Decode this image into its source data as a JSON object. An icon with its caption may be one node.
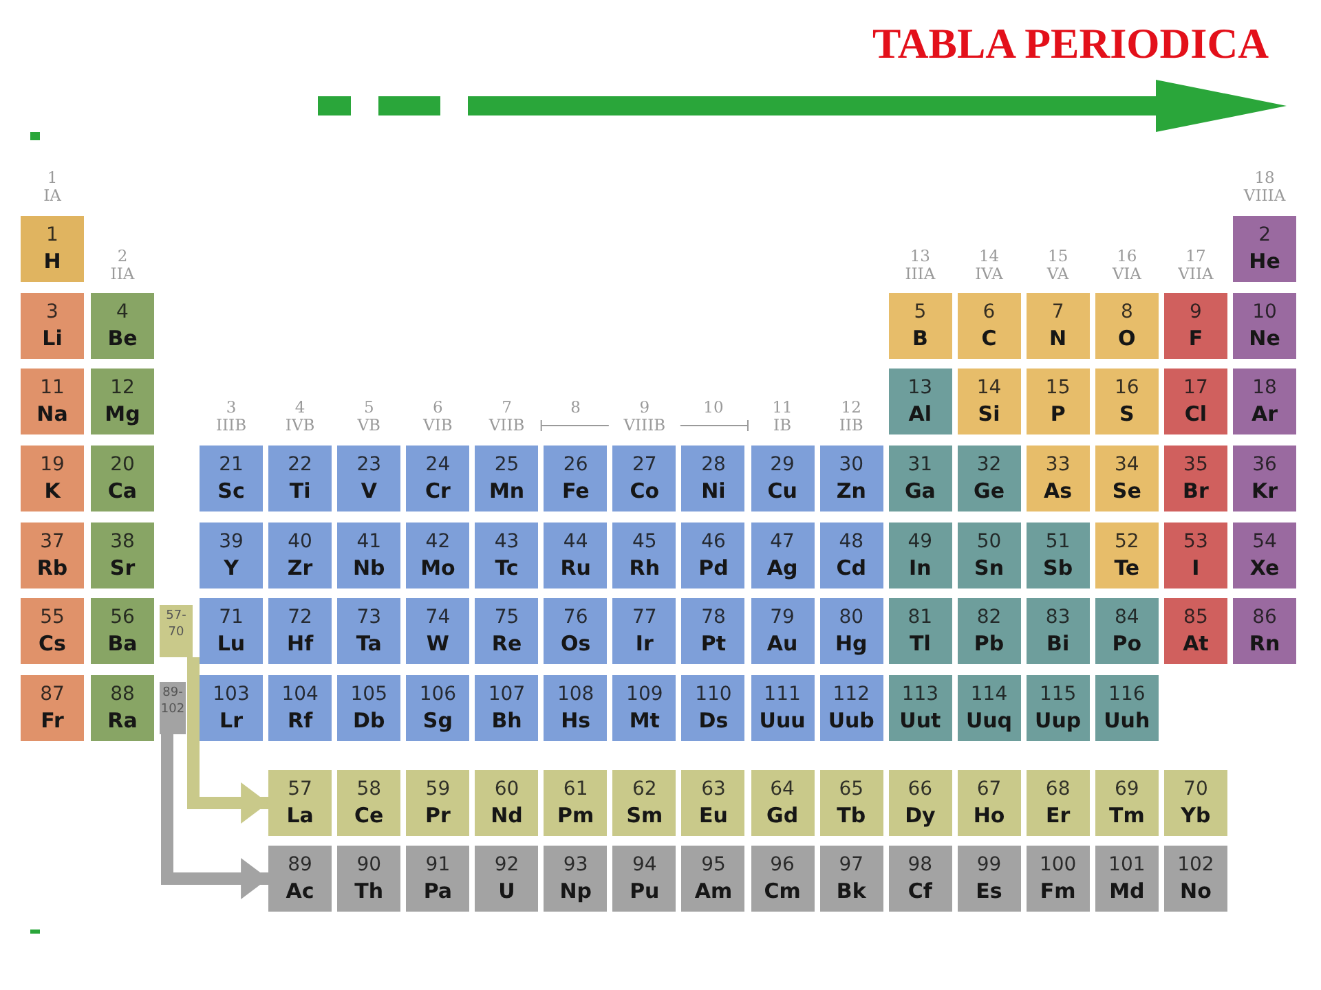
{
  "diagram": {
    "title": "TABLA PERIODICA",
    "nodes": [
      {
        "text": [
          "1",
          "H"
        ]
      },
      {
        "text": [
          "2",
          "He"
        ]
      },
      {
        "text": [
          "3",
          "Li"
        ]
      },
      {
        "text": [
          "4",
          "Be"
        ]
      },
      {
        "text": [
          "5",
          "B"
        ]
      },
      {
        "text": [
          "6",
          "C"
        ]
      },
      {
        "text": [
          "7",
          "N"
        ]
      },
      {
        "text": [
          "8",
          "O"
        ]
      },
      {
        "text": [
          "9",
          "F"
        ]
      },
      {
        "text": [
          "10",
          "Ne"
        ]
      },
      {
        "text": [
          "11",
          "Na"
        ]
      },
      {
        "text": [
          "12",
          "Mg"
        ]
      },
      {
        "text": [
          "13",
          "Al"
        ]
      },
      {
        "text": [
          "14",
          "Si"
        ]
      },
      {
        "text": [
          "15",
          "P"
        ]
      },
      {
        "text": [
          "16",
          "S"
        ]
      },
      {
        "text": [
          "17",
          "Cl"
        ]
      },
      {
        "text": [
          "18",
          "Ar"
        ]
      },
      {
        "text": [
          "19",
          "K"
        ]
      },
      {
        "text": [
          "20",
          "Ca"
        ]
      },
      {
        "text": [
          "21",
          "Sc"
        ]
      },
      {
        "text": [
          "22",
          "Ti"
        ]
      },
      {
        "text": [
          "23",
          "V"
        ]
      },
      {
        "text": [
          "24",
          "Cr"
        ]
      },
      {
        "text": [
          "25",
          "Mn"
        ]
      },
      {
        "text": [
          "26",
          "Fe"
        ]
      },
      {
        "text": [
          "27",
          "Co"
        ]
      },
      {
        "text": [
          "28",
          "Ni"
        ]
      },
      {
        "text": [
          "29",
          "Cu"
        ]
      },
      {
        "text": [
          "30",
          "Zn"
        ]
      },
      {
        "text": [
          "31",
          "Ga"
        ]
      },
      {
        "text": [
          "32",
          "Ge"
        ]
      },
      {
        "text": [
          "33",
          "As"
        ]
      },
      {
        "text": [
          "34",
          "Se"
        ]
      },
      {
        "text": [
          "35",
          "Br"
        ]
      },
      {
        "text": [
          "36",
          "Kr"
        ]
      },
      {
        "text": [
          "37",
          "Rb"
        ]
      },
      {
        "text": [
          "38",
          "Sr"
        ]
      },
      {
        "text": [
          "39",
          "Y"
        ]
      },
      {
        "text": [
          "40",
          "Zr"
        ]
      },
      {
        "text": [
          "41",
          "Nb"
        ]
      },
      {
        "text": [
          "42",
          "Mo"
        ]
      },
      {
        "text": [
          "43",
          "Tc"
        ]
      },
      {
        "text": [
          "44",
          "Ru"
        ]
      },
      {
        "text": [
          "45",
          "Rh"
        ]
      },
      {
        "text": [
          "46",
          "Pd"
        ]
      },
      {
        "text": [
          "47",
          "Ag"
        ]
      },
      {
        "text": [
          "48",
          "Cd"
        ]
      },
      {
        "text": [
          "49",
          "In"
        ]
      },
      {
        "text": [
          "50",
          "Sn"
        ]
      },
      {
        "text": [
          "51",
          "Sb"
        ]
      },
      {
        "text": [
          "52",
          "Te"
        ]
      },
      {
        "text": [
          "53",
          "I"
        ]
      },
      {
        "text": [
          "54",
          "Xe"
        ]
      },
      {
        "text": [
          "55",
          "Cs"
        ]
      },
      {
        "text": [
          "56",
          "Ba"
        ]
      },
      {
        "text": [
          "57-70"
        ]
      },
      {
        "text": [
          "71",
          "Lu"
        ]
      },
      {
        "text": [
          "72",
          "Hf"
        ]
      },
      {
        "text": [
          "73",
          "Ta"
        ]
      },
      {
        "text": [
          "74",
          "W"
        ]
      },
      {
        "text": [
          "75",
          "Re"
        ]
      },
      {
        "text": [
          "76",
          "Os"
        ]
      },
      {
        "text": [
          "77",
          "Ir"
        ]
      },
      {
        "text": [
          "78",
          "Pt"
        ]
      },
      {
        "text": [
          "79",
          "Au"
        ]
      },
      {
        "text": [
          "80",
          "Hg"
        ]
      },
      {
        "text": [
          "81",
          "Tl"
        ]
      },
      {
        "text": [
          "82",
          "Pb"
        ]
      },
      {
        "text": [
          "83",
          "Bi"
        ]
      },
      {
        "text": [
          "84",
          "Po"
        ]
      },
      {
        "text": [
          "85",
          "At"
        ]
      },
      {
        "text": [
          "86",
          "Rn"
        ]
      },
      {
        "text": [
          "87",
          "Fr"
        ]
      },
      {
        "text": [
          "88",
          "Ra"
        ]
      },
      {
        "text": [
          "89-102"
        ]
      },
      {
        "text": [
          "103",
          "Lr"
        ]
      },
      {
        "text": [
          "104",
          "Rf"
        ]
      },
      {
        "text": [
          "105",
          "Db"
        ]
      },
      {
        "text": [
          "106",
          "Sg"
        ]
      },
      {
        "text": [
          "107",
          "Bh"
        ]
      },
      {
        "text": [
          "108",
          "Hs"
        ]
      },
      {
        "text": [
          "109",
          "Mt"
        ]
      },
      {
        "text": [
          "110",
          "Ds"
        ]
      },
      {
        "text": [
          "111",
          "Uuu"
        ]
      },
      {
        "text": [
          "112",
          "Uub"
        ]
      },
      {
        "text": [
          "113",
          "Uut"
        ]
      },
      {
        "text": [
          "114",
          "Uuq"
        ]
      },
      {
        "text": [
          "115",
          "Uup"
        ]
      },
      {
        "text": [
          "116",
          "Uuh"
        ]
      },
      {
        "text": [
          "57",
          "La"
        ]
      },
      {
        "text": [
          "58",
          "Ce"
        ]
      },
      {
        "text": [
          "59",
          "Pr"
        ]
      },
      {
        "text": [
          "60",
          "Nd"
        ]
      },
      {
        "text": [
          "61",
          "Pm"
        ]
      },
      {
        "text": [
          "62",
          "Sm"
        ]
      },
      {
        "text": [
          "63",
          "Eu"
        ]
      },
      {
        "text": [
          "64",
          "Gd"
        ]
      },
      {
        "text": [
          "65",
          "Tb"
        ]
      },
      {
        "text": [
          "66",
          "Dy"
        ]
      },
      {
        "text": [
          "67",
          "Ho"
        ]
      },
      {
        "text": [
          "68",
          "Er"
        ]
      },
      {
        "text": [
          "69",
          "Tm"
        ]
      },
      {
        "text": [
          "70",
          "Yb"
        ]
      },
      {
        "text": [
          "89",
          "Ac"
        ]
      },
      {
        "text": [
          "90",
          "Th"
        ]
      },
      {
        "text": [
          "91",
          "Pa"
        ]
      },
      {
        "text": [
          "92",
          "U"
        ]
      },
      {
        "text": [
          "93",
          "Np"
        ]
      },
      {
        "text": [
          "94",
          "Pu"
        ]
      },
      {
        "text": [
          "95",
          "Am"
        ]
      },
      {
        "text": [
          "96",
          "Cm"
        ]
      },
      {
        "text": [
          "97",
          "Bk"
        ]
      },
      {
        "text": [
          "98",
          "Cf"
        ]
      },
      {
        "text": [
          "99",
          "Es"
        ]
      },
      {
        "text": [
          "100",
          "Fm"
        ]
      },
      {
        "text": [
          "101",
          "Md"
        ]
      },
      {
        "text": [
          "102",
          "No"
        ]
      }
    ],
    "edges": [
      {
        "from": 56,
        "to": 90,
        "arrow": "to",
        "color": "#c9c98a"
      },
      {
        "from": 75,
        "to": 104,
        "arrow": "to",
        "color": "#a3a3a3"
      }
    ],
    "labels": [
      "1",
      "IA",
      "18",
      "VIIIA",
      "2",
      "IIA",
      "13",
      "IIIA",
      "14",
      "IVA",
      "15",
      "VA",
      "16",
      "VIA",
      "17",
      "VIIA",
      "3",
      "IIIB",
      "4",
      "IVB",
      "5",
      "VB",
      "6",
      "VIB",
      "7",
      "VIIB",
      "8",
      "9",
      "VIIIB",
      "10",
      "11",
      "IB",
      "12",
      "IIB"
    ]
  }
}
